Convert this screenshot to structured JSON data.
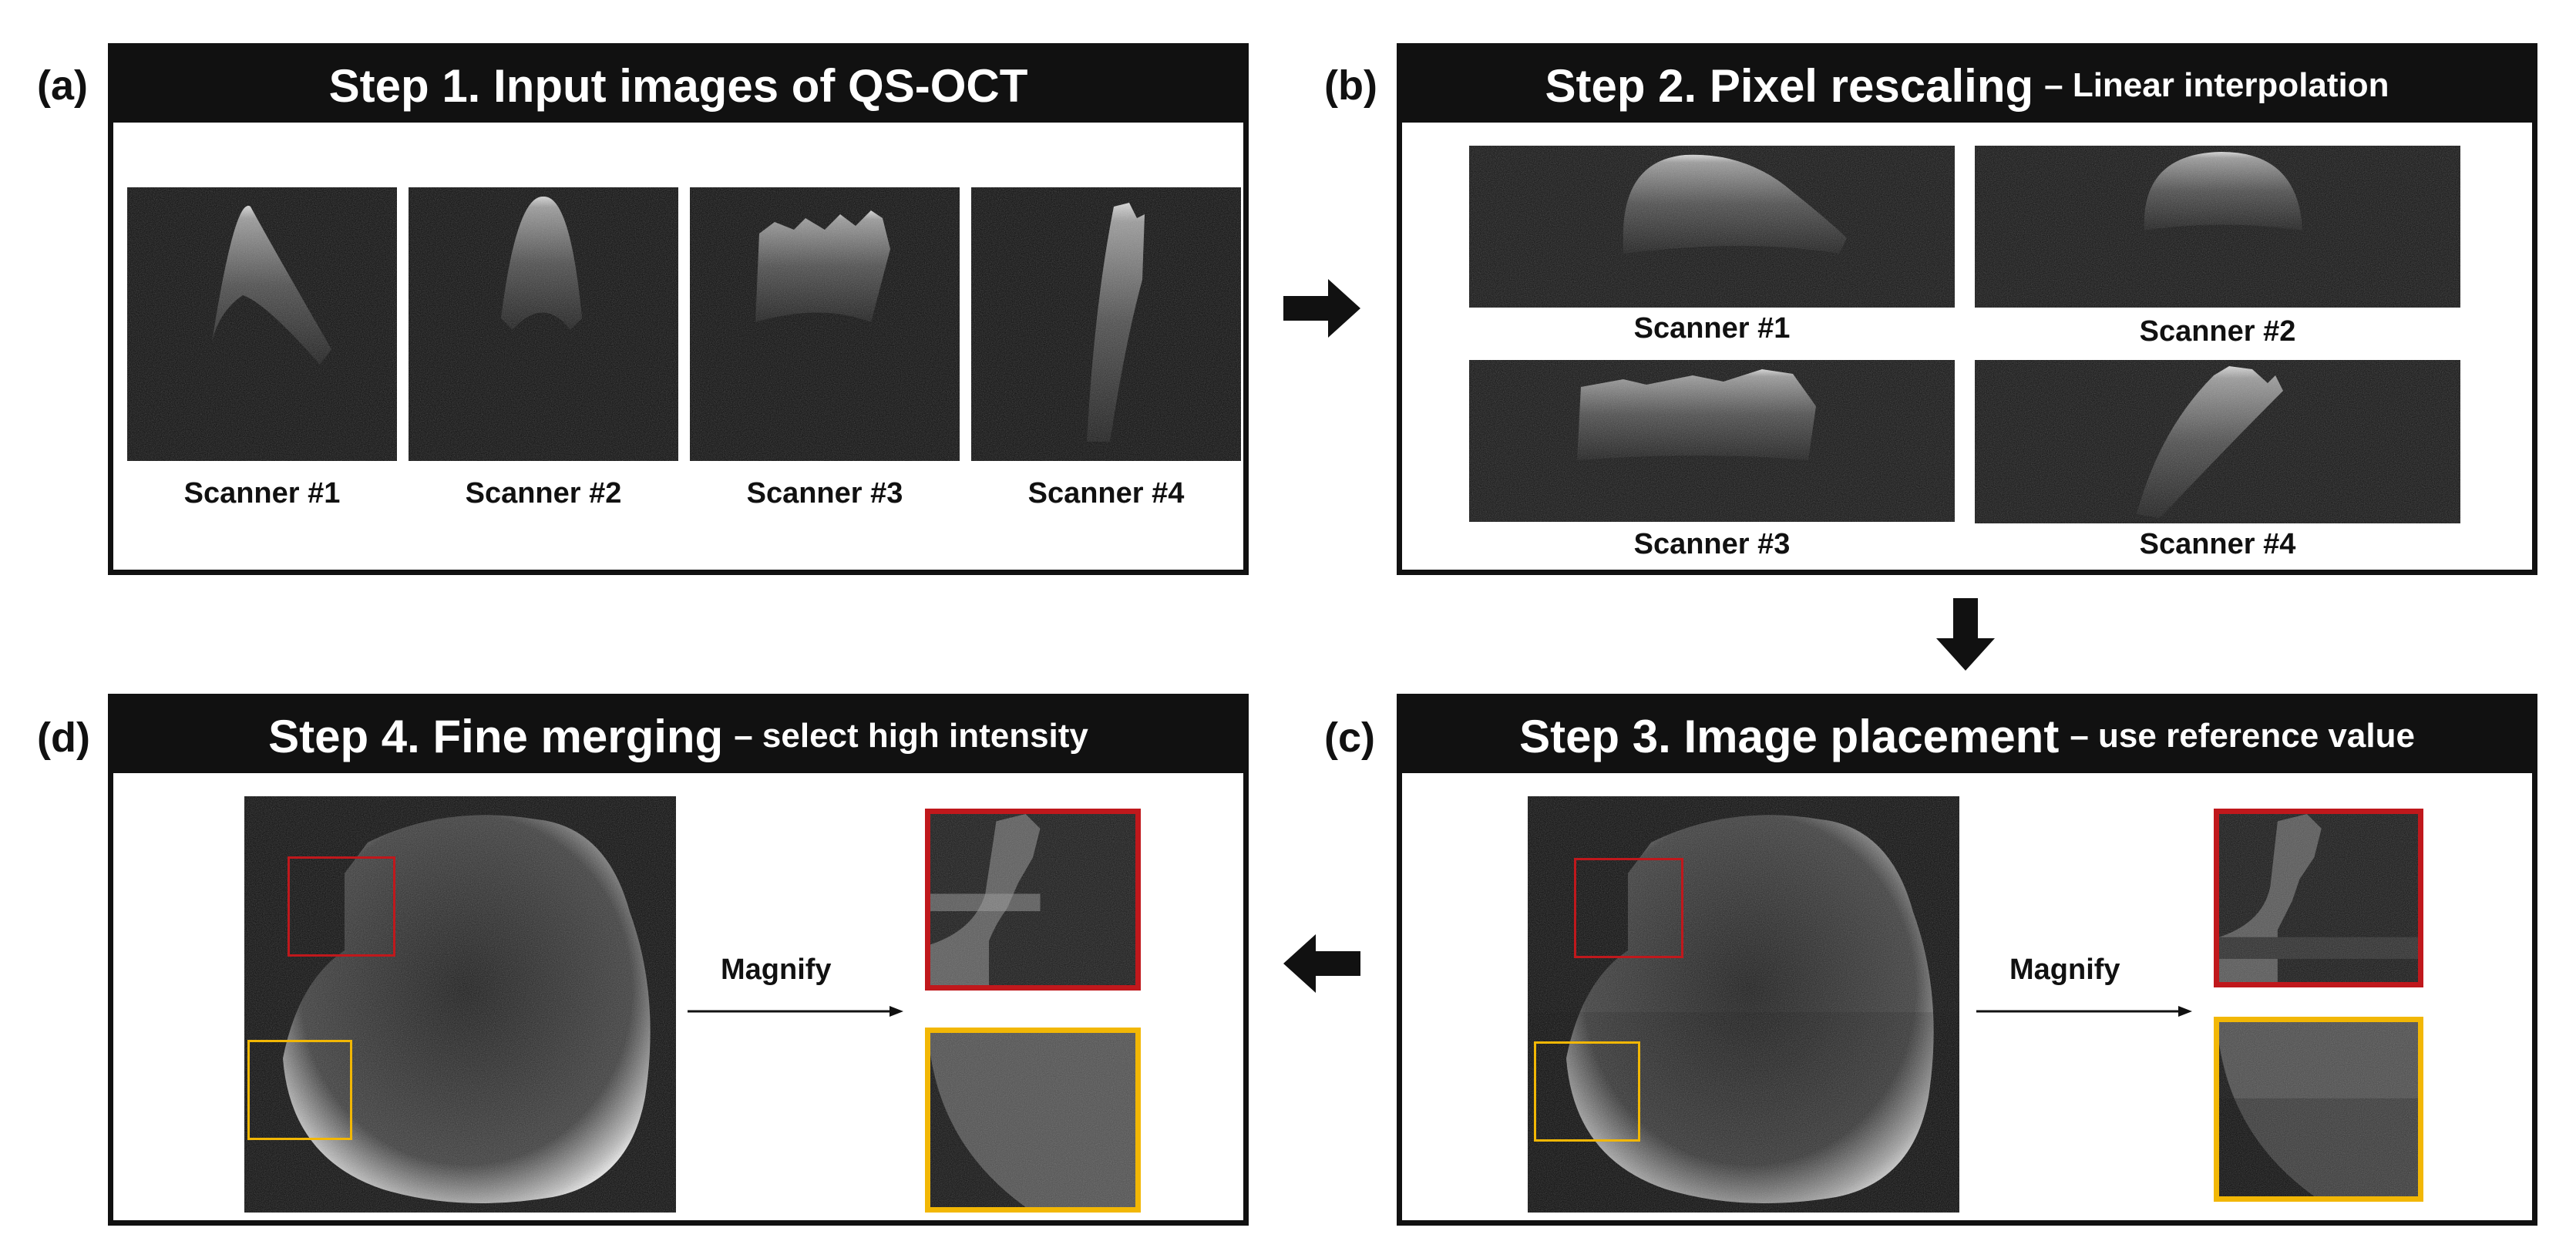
{
  "panels": {
    "a": {
      "letter": "(a)",
      "title": "Step 1. Input images of QS-OCT",
      "subtitle": "",
      "captions": [
        "Scanner #1",
        "Scanner #2",
        "Scanner #3",
        "Scanner #4"
      ]
    },
    "b": {
      "letter": "(b)",
      "title": "Step 2. Pixel rescaling",
      "subtitle": "– Linear interpolation",
      "captions": [
        "Scanner #1",
        "Scanner #2",
        "Scanner #3",
        "Scanner #4"
      ]
    },
    "c": {
      "letter": "(c)",
      "title": "Step 3. Image placement",
      "subtitle": "– use reference value",
      "arrow_label": "Magnify"
    },
    "d": {
      "letter": "(d)",
      "title": "Step 4. Fine merging",
      "subtitle": "– select high intensity",
      "arrow_label": "Magnify"
    }
  },
  "colors": {
    "frame": "#111111",
    "header_bg": "#111111",
    "header_text": "#ffffff",
    "roi_red": "#c0181c",
    "roi_yellow": "#f2b705",
    "image_bg": "#0b0b0b"
  }
}
